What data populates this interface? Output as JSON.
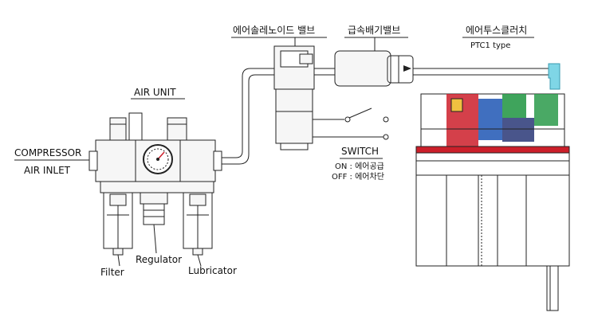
{
  "labels": {
    "compressor": "COMPRESSOR",
    "air_inlet": "AIR INLET",
    "air_unit": "AIR UNIT",
    "filter": "Filter",
    "regulator": "Regulator",
    "lubricator": "Lubricator",
    "solenoid_valve": "에어솔레노이드 밸브",
    "quick_exhaust_valve": "급속배기밸브",
    "air_clutch": "에어투스클러치",
    "ptc_type": "PTC1 type",
    "switch": "SWITCH",
    "switch_on": "ON : 에어공급",
    "switch_off": "OFF : 에어차단"
  },
  "colors": {
    "clutch_red": "#cc1f2a",
    "clutch_blue": "#2b5fb8",
    "clutch_green": "#2a9a4a",
    "clutch_navy": "#1c2a6e",
    "fitting_cyan": "#7fd6e6"
  }
}
